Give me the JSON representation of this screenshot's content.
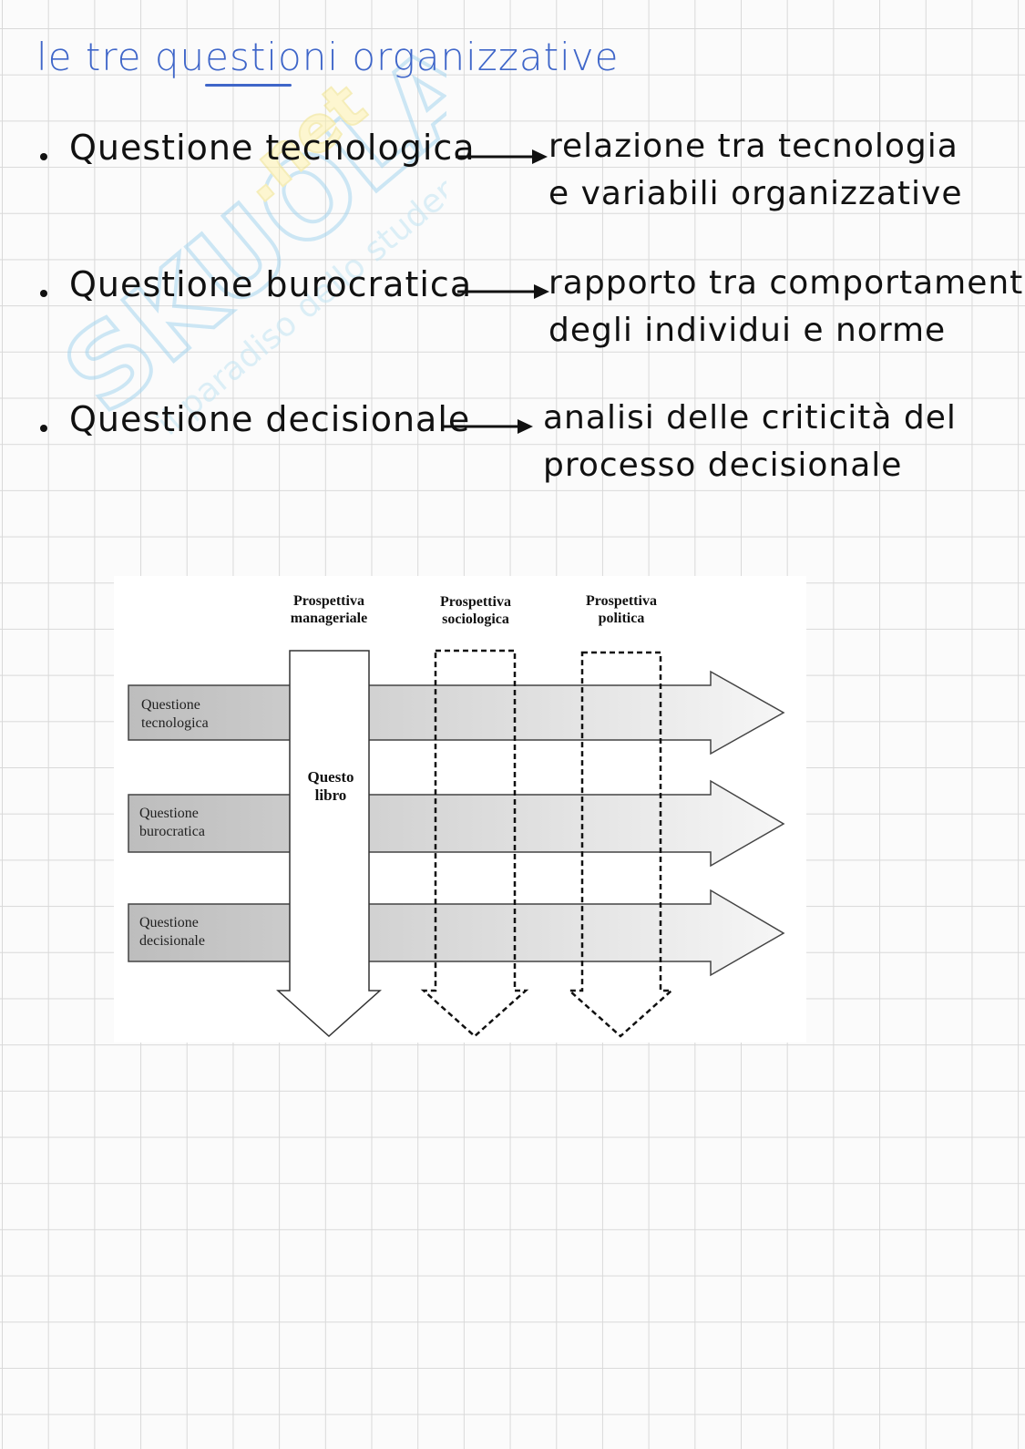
{
  "title": "le tre questioni organizzative",
  "items": [
    {
      "question": "Questione tecnologica",
      "description_lines": [
        "relazione tra tecnologia",
        "e variabili organizzative"
      ]
    },
    {
      "question": "Questione burocratica",
      "description_lines": [
        "rapporto tra comportamento",
        "degli individui e norme"
      ]
    },
    {
      "question": "Questione decisionale",
      "description_lines": [
        "analisi delle criticità del",
        "processo decisionale"
      ]
    }
  ],
  "watermark": {
    "logo_text": "Skuola.net",
    "tagline": "il paradiso dello studente"
  },
  "diagram": {
    "perspectives": [
      {
        "line1": "Prospettiva",
        "line2": "manageriale",
        "style": "solid"
      },
      {
        "line1": "Prospettiva",
        "line2": "sociologica",
        "style": "dashed"
      },
      {
        "line1": "Prospettiva",
        "line2": "politica",
        "style": "dashed"
      }
    ],
    "rows": [
      {
        "line1": "Questione",
        "line2": "tecnologica"
      },
      {
        "line1": "Questione",
        "line2": "burocratica"
      },
      {
        "line1": "Questione",
        "line2": "decisionale"
      }
    ],
    "book_label": {
      "line1": "Questo",
      "line2": "libro"
    }
  }
}
